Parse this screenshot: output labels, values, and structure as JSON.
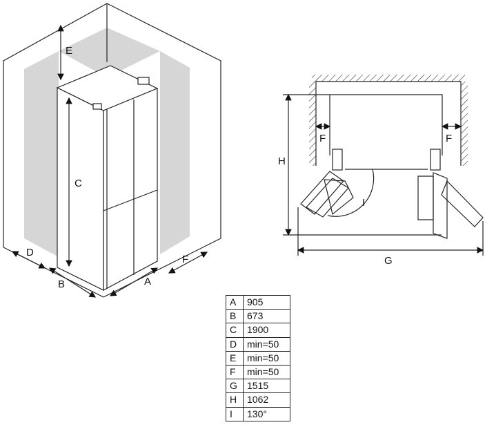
{
  "installation_view": {
    "labels": {
      "A": "A",
      "B": "B",
      "C": "C",
      "D": "D",
      "E": "E",
      "F": "F"
    }
  },
  "door_opening_view": {
    "labels": {
      "F_left": "F",
      "F_right": "F",
      "H": "H",
      "G": "G",
      "I": "I"
    }
  },
  "dimension_table": {
    "rows": [
      {
        "key": "A",
        "value": "905"
      },
      {
        "key": "B",
        "value": "673"
      },
      {
        "key": "C",
        "value": "1900"
      },
      {
        "key": "D",
        "value": "min=50"
      },
      {
        "key": "E",
        "value": "min=50"
      },
      {
        "key": "F",
        "value": "min=50"
      },
      {
        "key": "G",
        "value": "1515"
      },
      {
        "key": "H",
        "value": "1062"
      },
      {
        "key": "I",
        "value": "130°"
      }
    ]
  }
}
